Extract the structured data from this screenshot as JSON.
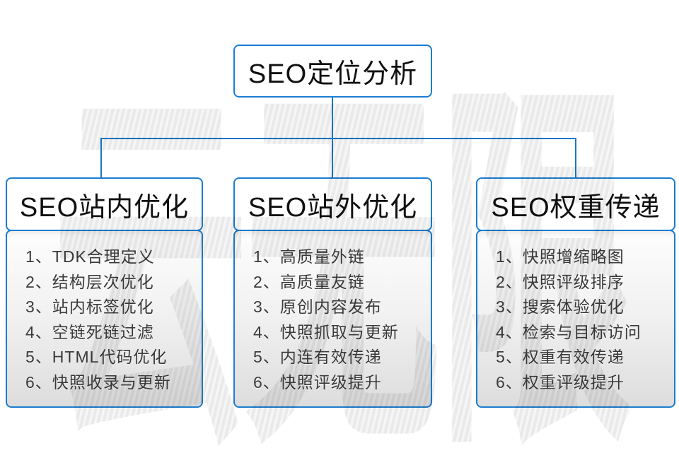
{
  "root": {
    "title": "SEO定位分析"
  },
  "columns": [
    {
      "title": "SEO站内优化",
      "items": [
        "1、TDK合理定义",
        "2、结构层次优化",
        "3、站内标签优化",
        "4、空链死链过滤",
        "5、HTML代码优化",
        "6、快照收录与更新"
      ]
    },
    {
      "title": "SEO站外优化",
      "items": [
        "1、高质量外链",
        "2、高质量友链",
        "3、原创内容发布",
        "4、快照抓取与更新",
        "5、内连有效传递",
        "6、快照评级提升"
      ]
    },
    {
      "title": "SEO权重传递",
      "items": [
        "1、快照增缩略图",
        "2、快照评级排序",
        "3、搜索体验优化",
        "4、检索与目标访问",
        "5、权重有效传递",
        "6、权重评级提升"
      ]
    }
  ],
  "watermark": {
    "text": "云无限"
  },
  "colors": {
    "accent_blue": "#1b7dd1",
    "line_blue": "#1779cb",
    "panel_gradient_top": "#fdfdfd",
    "panel_gradient_bottom": "#dddddd",
    "watermark_gray": "#eaeaea",
    "title_text": "#101010",
    "list_text": "#3a3a3a"
  }
}
